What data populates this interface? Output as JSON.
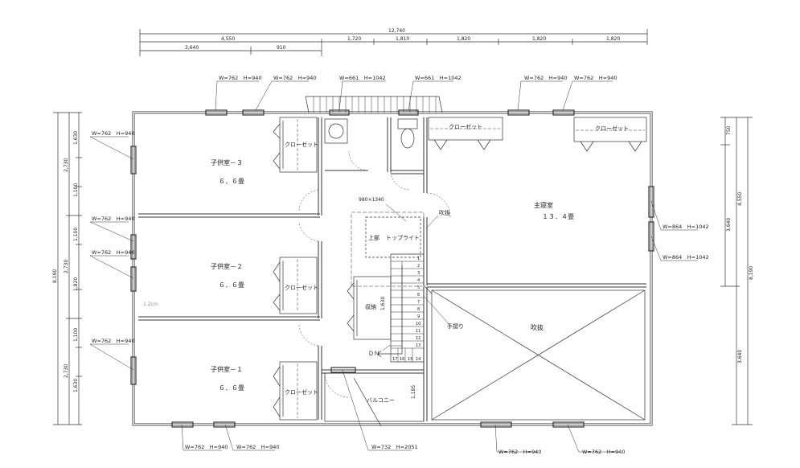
{
  "top_dims": {
    "total": "12,740",
    "row1": [
      "4,550",
      "1,720",
      "1,810",
      "1,820",
      "1,820",
      "1,820"
    ],
    "row2": [
      "3,640",
      "910"
    ]
  },
  "left_dims": {
    "total": "8,190",
    "col2": [
      "2,730",
      "2,730",
      "2,730"
    ],
    "col3": [
      "1,630",
      "1,100",
      "1,100",
      "1,820",
      "1,100",
      "1,630"
    ]
  },
  "right_dims": {
    "a": "750",
    "b": "4,550",
    "c": "3,640",
    "d": "3,640",
    "e": "8,190"
  },
  "rooms": {
    "child3": {
      "name": "子供室－３",
      "size": "６．６畳"
    },
    "child2": {
      "name": "子供室－２",
      "size": "６．６畳"
    },
    "child1": {
      "name": "子供室－１",
      "size": "６．６畳"
    },
    "master": {
      "name": "主寝室",
      "size": "１３．４畳"
    },
    "closet": "クローゼット",
    "storage": "収納",
    "void": "吹抜",
    "void_small": "吹抜",
    "balcony": "バルコニー",
    "skylight_top": "上部",
    "skylight": "トップライト",
    "skylight_size": "980×1340",
    "handrail": "手摺り",
    "down": "ＤＮ",
    "note_handwritten": "1.2cm",
    "stair_dim": "1,630",
    "balcony_dim": "1,185"
  },
  "windows": {
    "w762_940": "W=762　H=940",
    "w661_1042": "W=661　H=1042",
    "w864_1042": "W=864　H=1042",
    "w732_2051": "W=732　H=2051"
  },
  "stair_steps": [
    "1",
    "2",
    "3",
    "4",
    "5",
    "6",
    "7",
    "8",
    "9",
    "10",
    "11",
    "12",
    "13",
    "14",
    "15",
    "16",
    "17"
  ]
}
